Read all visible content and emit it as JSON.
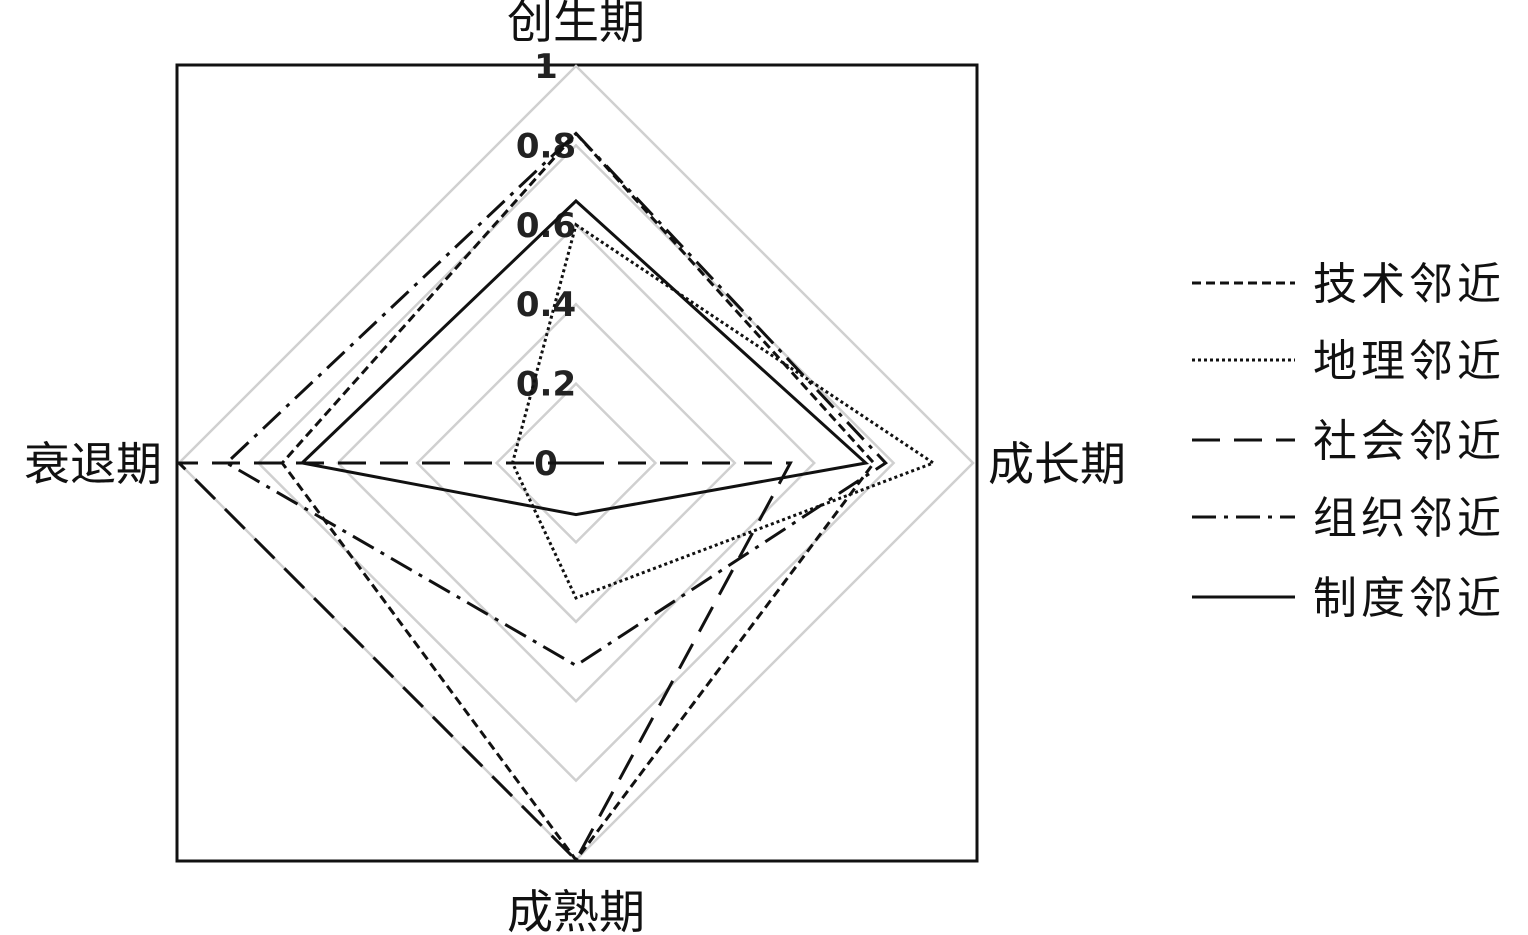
{
  "chart_data": {
    "type": "radar",
    "title": "",
    "axes": [
      "创生期",
      "成长期",
      "成熟期",
      "衰退期"
    ],
    "ticks": [
      "0",
      "0.2",
      "0.4",
      "0.6",
      "0.8",
      "1"
    ],
    "rlim": [
      0,
      1
    ],
    "grid": true,
    "legend_position": "right",
    "series": [
      {
        "name": "技术邻近",
        "style": "short-dash",
        "values": [
          0.83,
          0.75,
          1.0,
          0.74
        ]
      },
      {
        "name": "地理邻近",
        "style": "dotted",
        "values": [
          0.6,
          0.9,
          0.34,
          0.16
        ]
      },
      {
        "name": "社会邻近",
        "style": "long-dash",
        "values": [
          0.0,
          0.54,
          1.0,
          1.0
        ]
      },
      {
        "name": "组织邻近",
        "style": "dash-dot",
        "values": [
          0.83,
          0.78,
          0.51,
          0.88
        ]
      },
      {
        "name": "制度邻近",
        "style": "solid",
        "values": [
          0.66,
          0.73,
          0.13,
          0.69
        ]
      }
    ],
    "colors": {
      "line": "#111111",
      "grid": "#d0d0d0"
    }
  }
}
